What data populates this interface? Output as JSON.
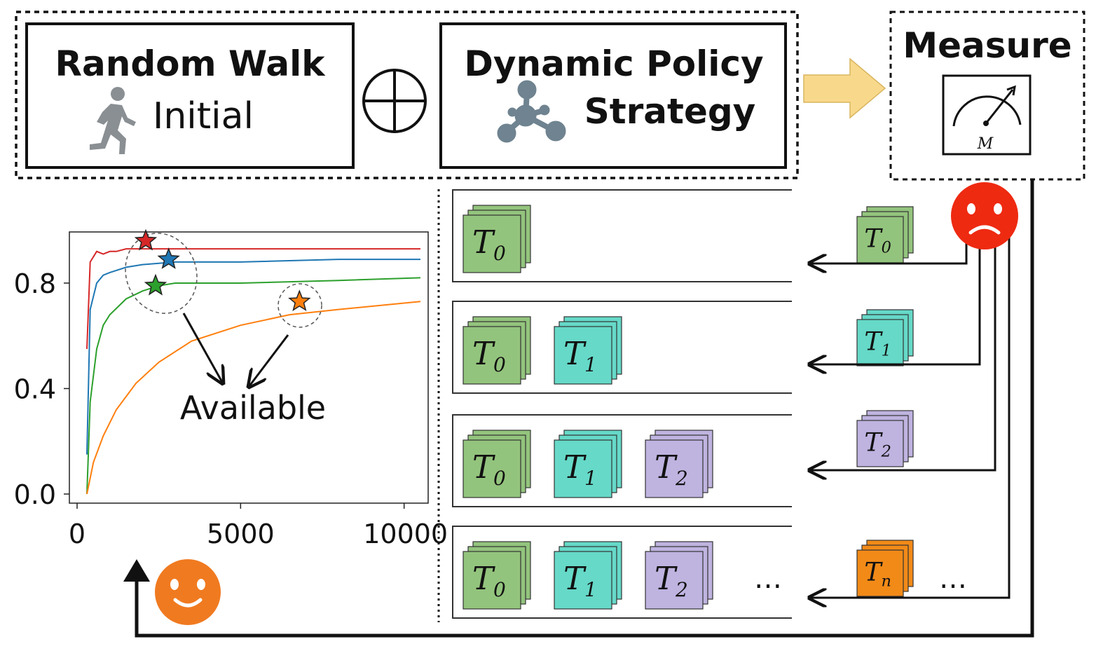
{
  "top": {
    "random_walk": {
      "title": "Random Walk",
      "subtitle": "Initial",
      "icon": "runner-icon"
    },
    "operator": {
      "icon": "oplus-icon"
    },
    "policy": {
      "title_line1": "Dynamic Policy",
      "title_line2": "Strategy",
      "icon": "network-icon"
    },
    "arrow": {
      "icon": "block-arrow-right-icon",
      "color": "#f8d98c"
    },
    "measure": {
      "title": "Measure",
      "meter_label": "M",
      "icon": "gauge-icon"
    }
  },
  "chart_data": {
    "type": "line",
    "title": "",
    "xlabel": "",
    "ylabel": "",
    "xlim": [
      0,
      10500
    ],
    "ylim": [
      0,
      0.97
    ],
    "xticks": [
      0,
      5000,
      10000
    ],
    "xtick_labels": [
      "0",
      "5000",
      "10000"
    ],
    "yticks": [
      0.0,
      0.4,
      0.8
    ],
    "ytick_labels": [
      "0.0",
      "0.4",
      "0.8"
    ],
    "grid": false,
    "series": [
      {
        "color": "#d62728",
        "x": [
          300,
          400,
          600,
          800,
          1000,
          1200,
          1500,
          2000,
          3000,
          5000,
          8000,
          10500
        ],
        "y": [
          0.55,
          0.88,
          0.92,
          0.91,
          0.92,
          0.92,
          0.93,
          0.93,
          0.93,
          0.93,
          0.93,
          0.93
        ]
      },
      {
        "color": "#1f77b4",
        "x": [
          300,
          400,
          600,
          800,
          1000,
          1500,
          2000,
          3000,
          5000,
          8000,
          10500
        ],
        "y": [
          0.15,
          0.7,
          0.8,
          0.83,
          0.84,
          0.86,
          0.87,
          0.88,
          0.88,
          0.89,
          0.89
        ]
      },
      {
        "color": "#2ca02c",
        "x": [
          300,
          400,
          600,
          800,
          1000,
          1500,
          2000,
          2500,
          3000,
          5000,
          8000,
          10500
        ],
        "y": [
          0.0,
          0.35,
          0.55,
          0.64,
          0.68,
          0.74,
          0.77,
          0.79,
          0.8,
          0.8,
          0.81,
          0.82
        ]
      },
      {
        "color": "#ff7f0e",
        "x": [
          300,
          500,
          800,
          1200,
          1800,
          2500,
          3500,
          5000,
          6500,
          8000,
          10500
        ],
        "y": [
          0.0,
          0.12,
          0.22,
          0.32,
          0.42,
          0.5,
          0.58,
          0.64,
          0.68,
          0.7,
          0.73
        ]
      }
    ],
    "markers": [
      {
        "color": "#d62728",
        "x": 2100,
        "y": 0.96
      },
      {
        "color": "#1f77b4",
        "x": 2800,
        "y": 0.89
      },
      {
        "color": "#2ca02c",
        "x": 2400,
        "y": 0.79
      },
      {
        "color": "#ff7f0e",
        "x": 6800,
        "y": 0.73
      }
    ],
    "annotation": "Available"
  },
  "task_colors": {
    "T0": "#93c47d",
    "T1": "#66d9c8",
    "T2": "#bfb3e0",
    "Tn": "#f28a18"
  },
  "rows": [
    {
      "tasks": [
        "T0"
      ],
      "incoming": "T0",
      "ellipsis": false
    },
    {
      "tasks": [
        "T0",
        "T1"
      ],
      "incoming": "T1",
      "ellipsis": false
    },
    {
      "tasks": [
        "T0",
        "T1",
        "T2"
      ],
      "incoming": "T2",
      "ellipsis": false
    },
    {
      "tasks": [
        "T0",
        "T1",
        "T2"
      ],
      "incoming": "Tn",
      "ellipsis": true
    }
  ],
  "ellipsis": "…",
  "faces": {
    "sad": {
      "icon": "sad-face-icon",
      "color": "#ee2a11"
    },
    "happy": {
      "icon": "happy-face-icon",
      "color": "#f07a20"
    }
  }
}
